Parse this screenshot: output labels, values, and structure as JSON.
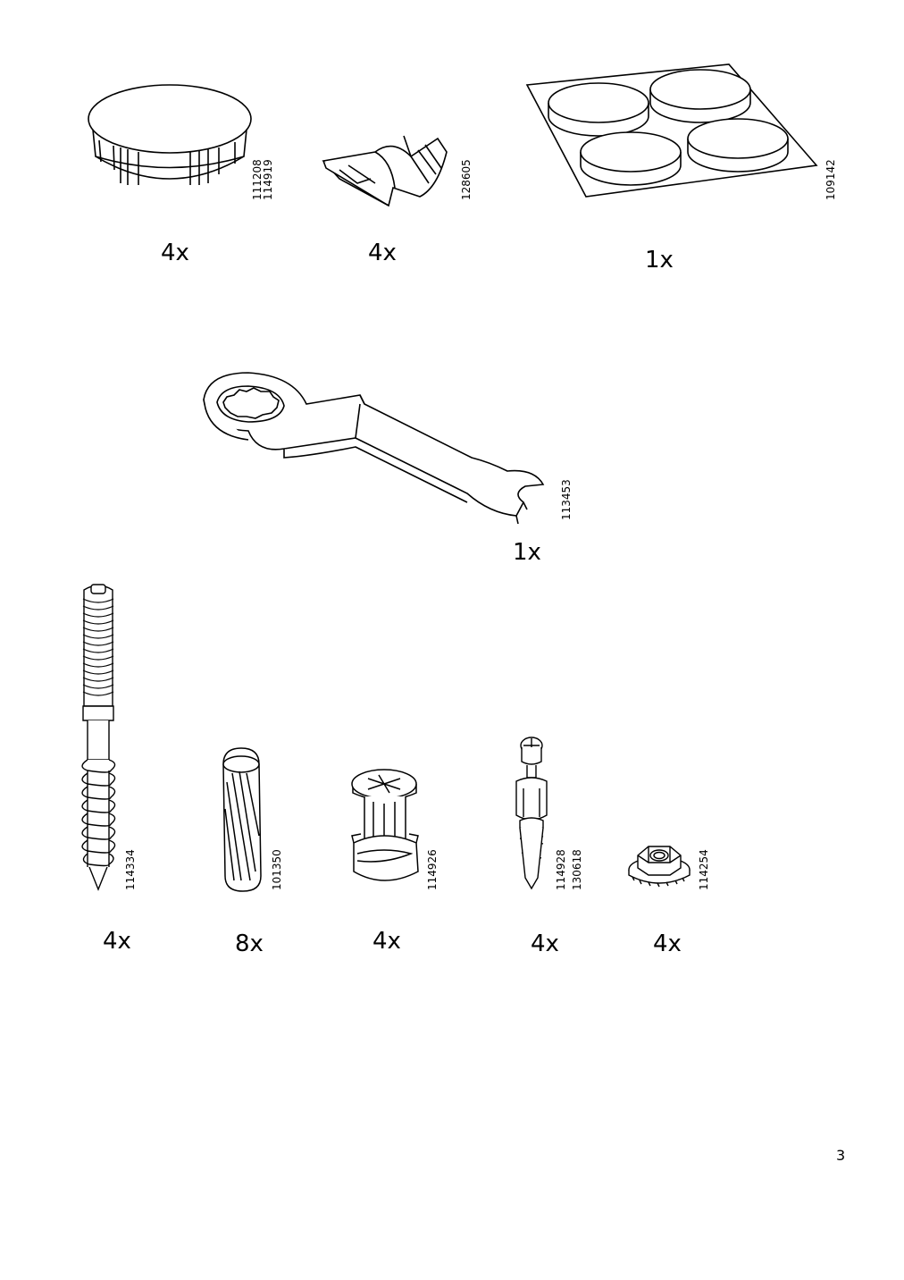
{
  "page_number": "3",
  "parts": [
    {
      "name": "cap",
      "codes": [
        "111208",
        "114919"
      ],
      "quantity": "4x"
    },
    {
      "name": "clip",
      "codes": [
        "128605"
      ],
      "quantity": "4x"
    },
    {
      "name": "felt-pads",
      "codes": [
        "109142"
      ],
      "quantity": "1x"
    },
    {
      "name": "wrench",
      "codes": [
        "113453"
      ],
      "quantity": "1x"
    },
    {
      "name": "hanger-bolt",
      "codes": [
        "114334"
      ],
      "quantity": "4x"
    },
    {
      "name": "dowel",
      "codes": [
        "101350"
      ],
      "quantity": "8x"
    },
    {
      "name": "cam-lock",
      "codes": [
        "114926"
      ],
      "quantity": "4x"
    },
    {
      "name": "cam-screw",
      "codes": [
        "114928",
        "130618"
      ],
      "quantity": "4x"
    },
    {
      "name": "hex-nut",
      "codes": [
        "114254"
      ],
      "quantity": "4x"
    }
  ]
}
